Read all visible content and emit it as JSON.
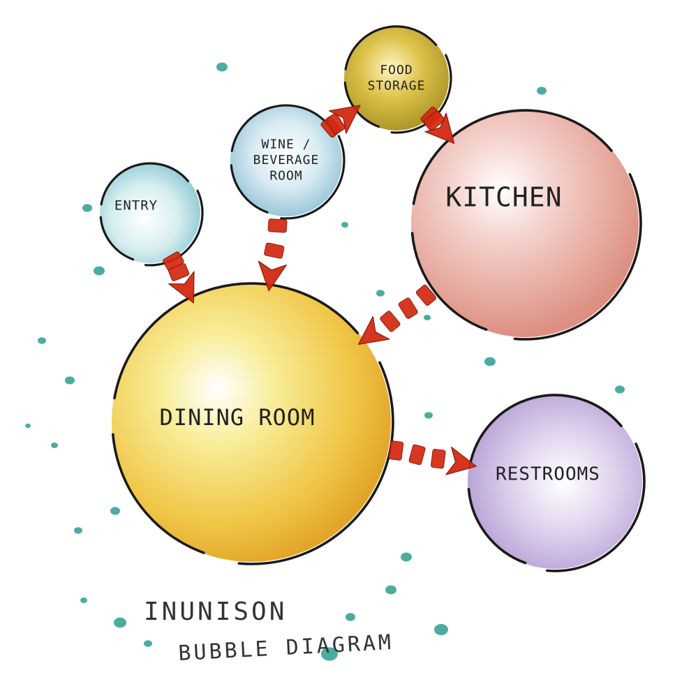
{
  "colors": {
    "connector": "#d42a12",
    "outline": "#1a1a1a",
    "dots": "#2c9e90"
  },
  "bubbles": [
    {
      "id": "entry",
      "lines": [
        "ENTRY"
      ],
      "color": "#a9d7de"
    },
    {
      "id": "wine",
      "lines": [
        "WINE /",
        "BEVERAGE",
        "ROOM"
      ],
      "color": "#a8cfdd"
    },
    {
      "id": "food",
      "lines": [
        "FOOD",
        "STORAGE"
      ],
      "color": "#c9b23a"
    },
    {
      "id": "kitchen",
      "lines": [
        "KITCHEN"
      ],
      "color": "#e8a9a0"
    },
    {
      "id": "dining",
      "lines": [
        "DINING ROOM"
      ],
      "color": "#f1cf52"
    },
    {
      "id": "restrooms",
      "lines": [
        "RESTROOMS"
      ],
      "color": "#c6b0dd"
    }
  ],
  "connections": [
    {
      "from": "entry",
      "to": "dining"
    },
    {
      "from": "wine",
      "to": "dining"
    },
    {
      "from": "wine",
      "to": "food"
    },
    {
      "from": "food",
      "to": "kitchen"
    },
    {
      "from": "kitchen",
      "to": "dining"
    },
    {
      "from": "dining",
      "to": "restrooms"
    }
  ],
  "caption": {
    "line1": "INUNISON",
    "line2": "BUBBLE DIAGRAM"
  }
}
